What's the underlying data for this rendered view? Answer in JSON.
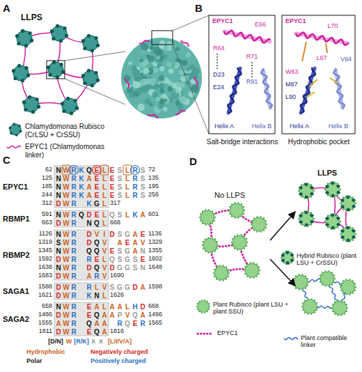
{
  "diagram": {
    "labels": [
      "A",
      "LLPS",
      "B",
      "EPYC1",
      "R64",
      "E66",
      "R71",
      "D23",
      "E24",
      "R91",
      "Helix A",
      "Helix B",
      "Salt-bridge interactions",
      "EPYC1",
      "W63",
      "L70",
      "L67",
      "M87",
      "V94",
      "L90",
      "Helix A",
      "Helix B",
      "Hydrophobic pocket",
      "C",
      "EPYC1",
      "62",
      "N",
      "W",
      "R",
      "K",
      "Q",
      "E",
      "L",
      "E",
      "S",
      "L",
      "R",
      "S",
      "72",
      "125",
      "N",
      "W",
      "R",
      "K",
      "A",
      "E",
      "L",
      "E",
      "S",
      "L",
      "R",
      "S",
      "135",
      "185",
      "N",
      "W",
      "R",
      "K",
      "A",
      "E",
      "L",
      "E",
      "S",
      "L",
      "R",
      "S",
      "195",
      "244",
      "N",
      "W",
      "R",
      "K",
      "A",
      "E",
      "L",
      "E",
      "S",
      "L",
      "R",
      "S",
      "256",
      "312",
      "D",
      "W",
      "R",
      "K",
      "G",
      "L",
      "317",
      "RBMP1",
      "591",
      "N",
      "W",
      "R",
      "Q",
      "D",
      "E",
      "L",
      "Q",
      "S",
      "L",
      "K",
      "A",
      "601",
      "663",
      "D",
      "W",
      "R",
      "N",
      "Q",
      "L",
      "668",
      "RBMP2",
      "1126",
      "N",
      "W",
      "R",
      "D",
      "V",
      "I",
      "D",
      "S",
      "G",
      "A",
      "E",
      "1136",
      "1319",
      "S",
      "W",
      "R",
      "D",
      "Q",
      "V",
      "A",
      "E",
      "A",
      "V",
      "1329",
      "1345",
      "N",
      "W",
      "R",
      "Q",
      "Q",
      "V",
      "E",
      "S",
      "G",
      "A",
      "N",
      "1355",
      "1592",
      "D",
      "W",
      "R",
      "R",
      "E",
      "L",
      "Q",
      "S",
      "G",
      "S",
      "E",
      "1602",
      "1638",
      "N",
      "W",
      "R",
      "D",
      "Q",
      "V",
      "D",
      "G",
      "G",
      "S",
      "N",
      "1648",
      "1683",
      "D",
      "W",
      "R",
      "A",
      "R",
      "V",
      "1690",
      "SAGA1",
      "1588",
      "D",
      "W",
      "R",
      "R",
      "L",
      "V",
      "S",
      "G",
      "G",
      "D",
      "A",
      "1598",
      "1621",
      "D",
      "W",
      "R",
      "K",
      "N",
      "L",
      "1626",
      "SAGA2",
      "658",
      "N",
      "W",
      "R",
      "E",
      "A",
      "L",
      "A",
      "A",
      "L",
      "H",
      "D",
      "668",
      "1486",
      "D",
      "W",
      "R",
      "E",
      "Q",
      "A",
      "A",
      "P",
      "V",
      "Q",
      "A",
      "1496",
      "1555",
      "A",
      "W",
      "R",
      "Q",
      "A",
      "A",
      "R",
      "Q",
      "E",
      "R",
      "1565",
      "1811",
      "D",
      "W",
      "R",
      "E",
      "Q",
      "A",
      "1816",
      "[D/N]",
      "W",
      "[R/K]",
      "X",
      "X",
      "[L/I/V/A]",
      "D",
      "No LLPS",
      "LLPS"
    ],
    "legend": [
      {
        "text": "Chlamydomonas Rubisco (CrLSU + CrSSU)"
      },
      {
        "text": "EPYC1 (Chlamydomonas linker)"
      },
      {
        "text": "Hydrophobic",
        "color": "#c8641e"
      },
      {
        "text": "Polar",
        "color": "#222222"
      },
      {
        "text": "Negatively charged",
        "color": "#d42a2a"
      },
      {
        "text": "Positively charged",
        "color": "#2a6fc0"
      },
      {
        "text": "Plant Rubisco (plant LSU + plant SSU)"
      },
      {
        "text": "EPYC1"
      },
      {
        "text": "Hybrid Rubisco (plant LSU + CrSSU)"
      },
      {
        "text": "Plant compatible linker"
      }
    ]
  }
}
